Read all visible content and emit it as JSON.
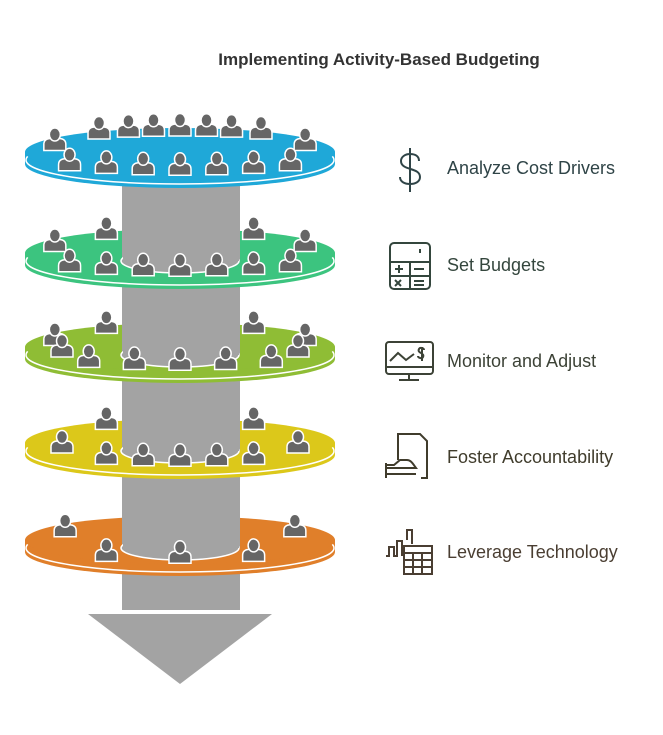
{
  "title": "Implementing Activity-Based Budgeting",
  "steps": [
    {
      "label": "Analyze Cost Drivers",
      "icon": "dollar-sign-icon",
      "disc_color": "#1fa8d8",
      "text_color": "#2f4447"
    },
    {
      "label": "Set Budgets",
      "icon": "calculator-icon",
      "disc_color": "#3cc47f",
      "text_color": "#34463d"
    },
    {
      "label": "Monitor and Adjust",
      "icon": "monitor-chart-icon",
      "disc_color": "#8fbd35",
      "text_color": "#3c4236"
    },
    {
      "label": "Foster Accountability",
      "icon": "hand-document-icon",
      "disc_color": "#dcc81a",
      "text_color": "#403c2c"
    },
    {
      "label": "Leverage Technology",
      "icon": "chart-spreadsheet-icon",
      "disc_color": "#e07f2a",
      "text_color": "#4a3e32"
    }
  ],
  "column_color": "#a3a3a3",
  "person_color": "#666666"
}
